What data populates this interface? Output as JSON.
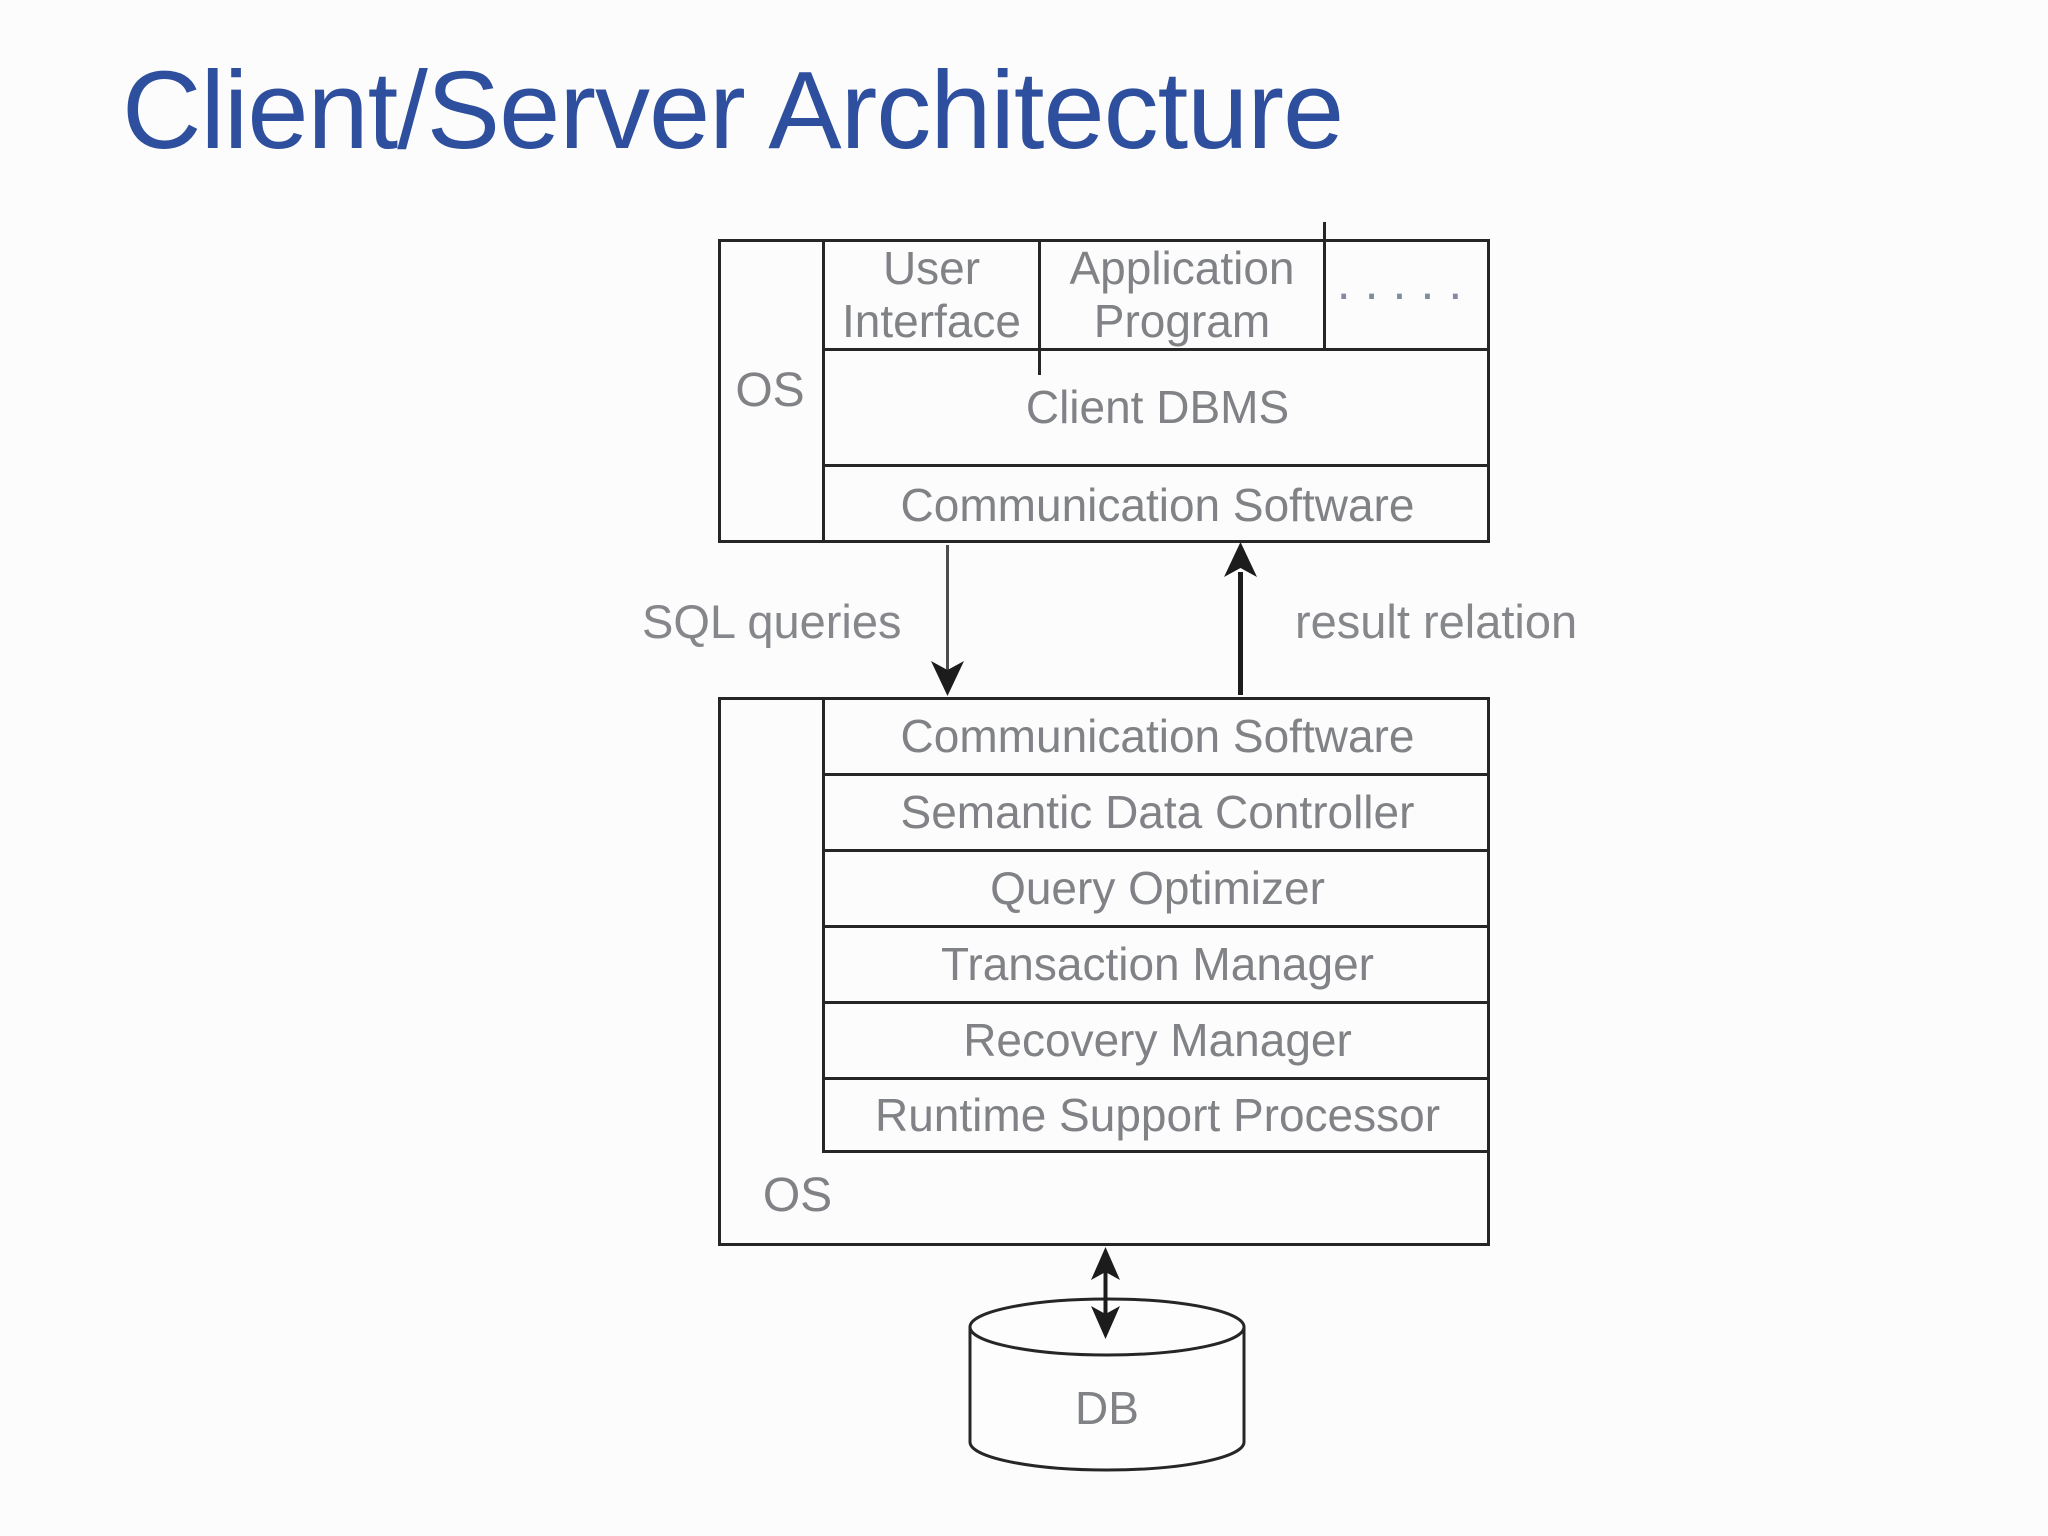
{
  "title": "Client/Server Architecture",
  "client_box": {
    "os_label": "OS",
    "top_cells": [
      "User Interface",
      "Application Program",
      "....."
    ],
    "dbms_label": "Client DBMS",
    "comm_label": "Communication Software"
  },
  "flow": {
    "sql_label": "SQL queries",
    "result_label": "result relation"
  },
  "server_box": {
    "rows": [
      "Communication Software",
      "Semantic Data Controller",
      "Query Optimizer",
      "Transaction Manager",
      "Recovery Manager",
      "Runtime Support Processor"
    ],
    "os_label": "OS"
  },
  "database": {
    "label": "DB"
  },
  "colors": {
    "title_text": "#2d4f9e",
    "diagram_text": "#808286",
    "line": "#262626",
    "background": "#fcfcfc"
  }
}
